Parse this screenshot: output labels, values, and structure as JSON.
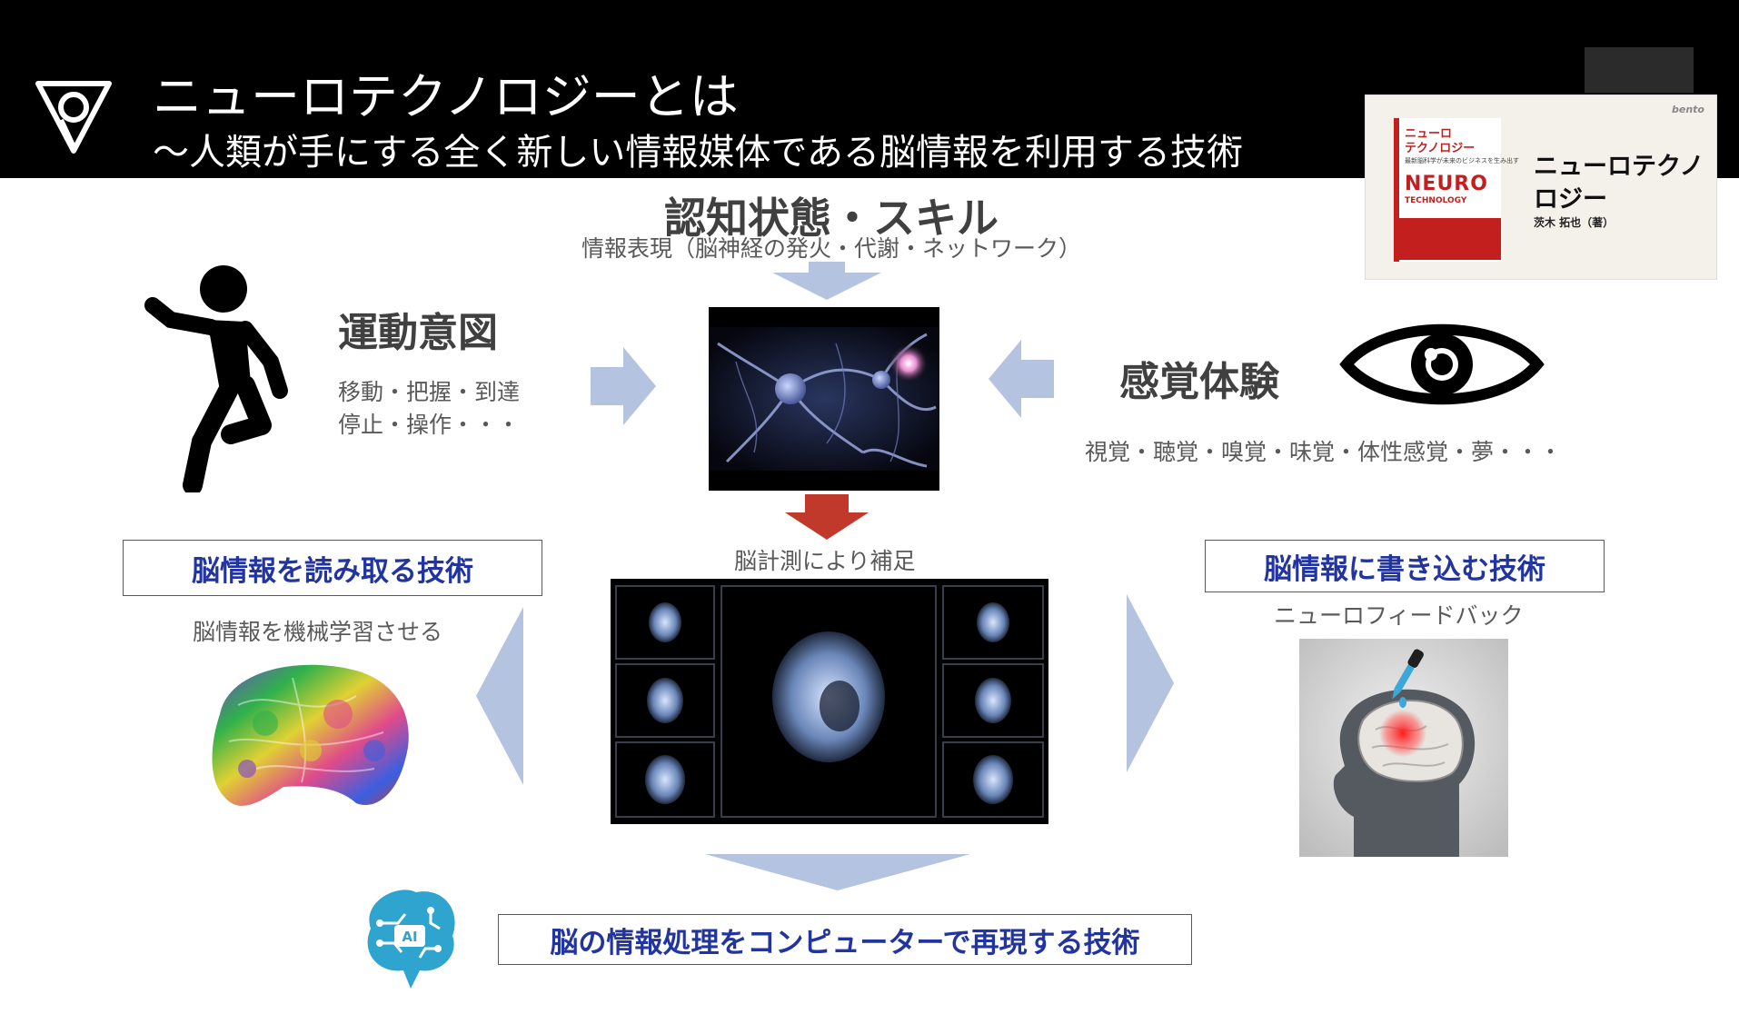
{
  "header": {
    "title": "ニューロテクノロジーとは",
    "subtitle": "～人類が手にする全く新しい情報媒体である脳情報を利用する技術"
  },
  "book": {
    "cover_title_line1": "ニューロ",
    "cover_title_line2": "テクノロジー",
    "cover_subtitle": "最新脳科学が未来のビジネスを生み出す",
    "cover_neuro": "NEURO",
    "cover_techno": "TECHNOLOGY",
    "title": "ニューロテクノロジー",
    "author": "茨木 拓也（著）",
    "publisher_mark": "bento"
  },
  "center": {
    "heading": "認知状態・スキル",
    "subheading": "情報表現（脳神経の発火・代謝・ネットワーク）",
    "measure_caption": "脳計測により補足"
  },
  "motor": {
    "heading": "運動意図",
    "line1": "移動・把握・到達",
    "line2": "停止・操作・・・"
  },
  "sense": {
    "heading": "感覚体験",
    "line": "視覚・聴覚・嗅覚・味覚・体性感覚・夢・・・"
  },
  "read_tech": {
    "label": "脳情報を読み取る技術",
    "caption": "脳情報を機械学習させる"
  },
  "write_tech": {
    "label": "脳情報に書き込む技術",
    "caption": "ニューロフィードバック"
  },
  "ai_tech": {
    "label": "脳の情報処理をコンピューターで再現する技術",
    "badge": "AI"
  },
  "colors": {
    "header_bg": "#000000",
    "accent_text": "#2234a0",
    "arrow_light": "#b4c4e0",
    "arrow_red": "#c0392b"
  },
  "icons": [
    "logo-triangle-icon",
    "runner-icon",
    "eye-icon",
    "ai-brain-icon"
  ]
}
